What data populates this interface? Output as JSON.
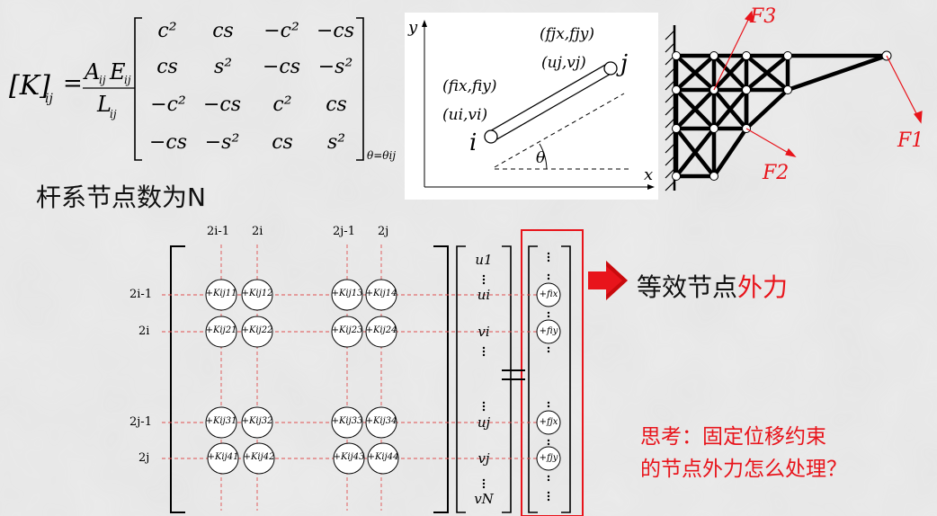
{
  "formula": {
    "lhs_K": "[K]",
    "lhs_sub": "ij",
    "equals": "=",
    "num_A": "A",
    "num_A_sub": "ij",
    "num_E": "E",
    "num_E_sub": "ij",
    "den_L": "L",
    "den_L_sub": "ij",
    "matrix": [
      [
        "c²",
        "cs",
        "−c²",
        "−cs"
      ],
      [
        "cs",
        "s²",
        "−cs",
        "−s²"
      ],
      [
        "−c²",
        "−cs",
        "c²",
        "cs"
      ],
      [
        "−cs",
        "−s²",
        "cs",
        "s²"
      ]
    ],
    "theta_sub": "θ=θij"
  },
  "bar_figure": {
    "y_label": "y",
    "x_label": "x",
    "node_j": "j",
    "node_i": "i",
    "theta": "θ",
    "fj": "(fjx,fjy)",
    "uj": "(uj,vj)",
    "fi": "(fix,fiy)",
    "ui": "(ui,vi)"
  },
  "truss_figure": {
    "F1": "F1",
    "F2": "F2",
    "F3": "F3"
  },
  "heading": "杆系节点数为N",
  "global_matrix": {
    "col_labels": [
      "2i-1",
      "2i",
      "2j-1",
      "2j"
    ],
    "row_labels": [
      "2i-1",
      "2i",
      "2j-1",
      "2j"
    ],
    "cells": [
      [
        "+Kij11",
        "+Kij12",
        "+Kij13",
        "+Kij14"
      ],
      [
        "+Kij21",
        "+Kij22",
        "+Kij23",
        "+Kij24"
      ],
      [
        "+Kij31",
        "+Kij32",
        "+Kij33",
        "+Kij34"
      ],
      [
        "+Kij41",
        "+Kij42",
        "+Kij43",
        "+Kij44"
      ]
    ],
    "disp_vector": [
      "u1",
      "ui",
      "vi",
      "uj",
      "vj",
      "vN"
    ],
    "force_vector": [
      "+fix",
      "+fiy",
      "+fjx",
      "+fjy"
    ],
    "equals": "="
  },
  "callout": {
    "text_black": "等效节点",
    "text_red": "外力",
    "arrow_color": "#e8141b"
  },
  "question": {
    "line1": "思考：固定位移约束",
    "line2": "的节点外力怎么处理？",
    "color": "#e8141b"
  },
  "colors": {
    "red": "#e8141b",
    "dashed_red": "#e05050"
  }
}
